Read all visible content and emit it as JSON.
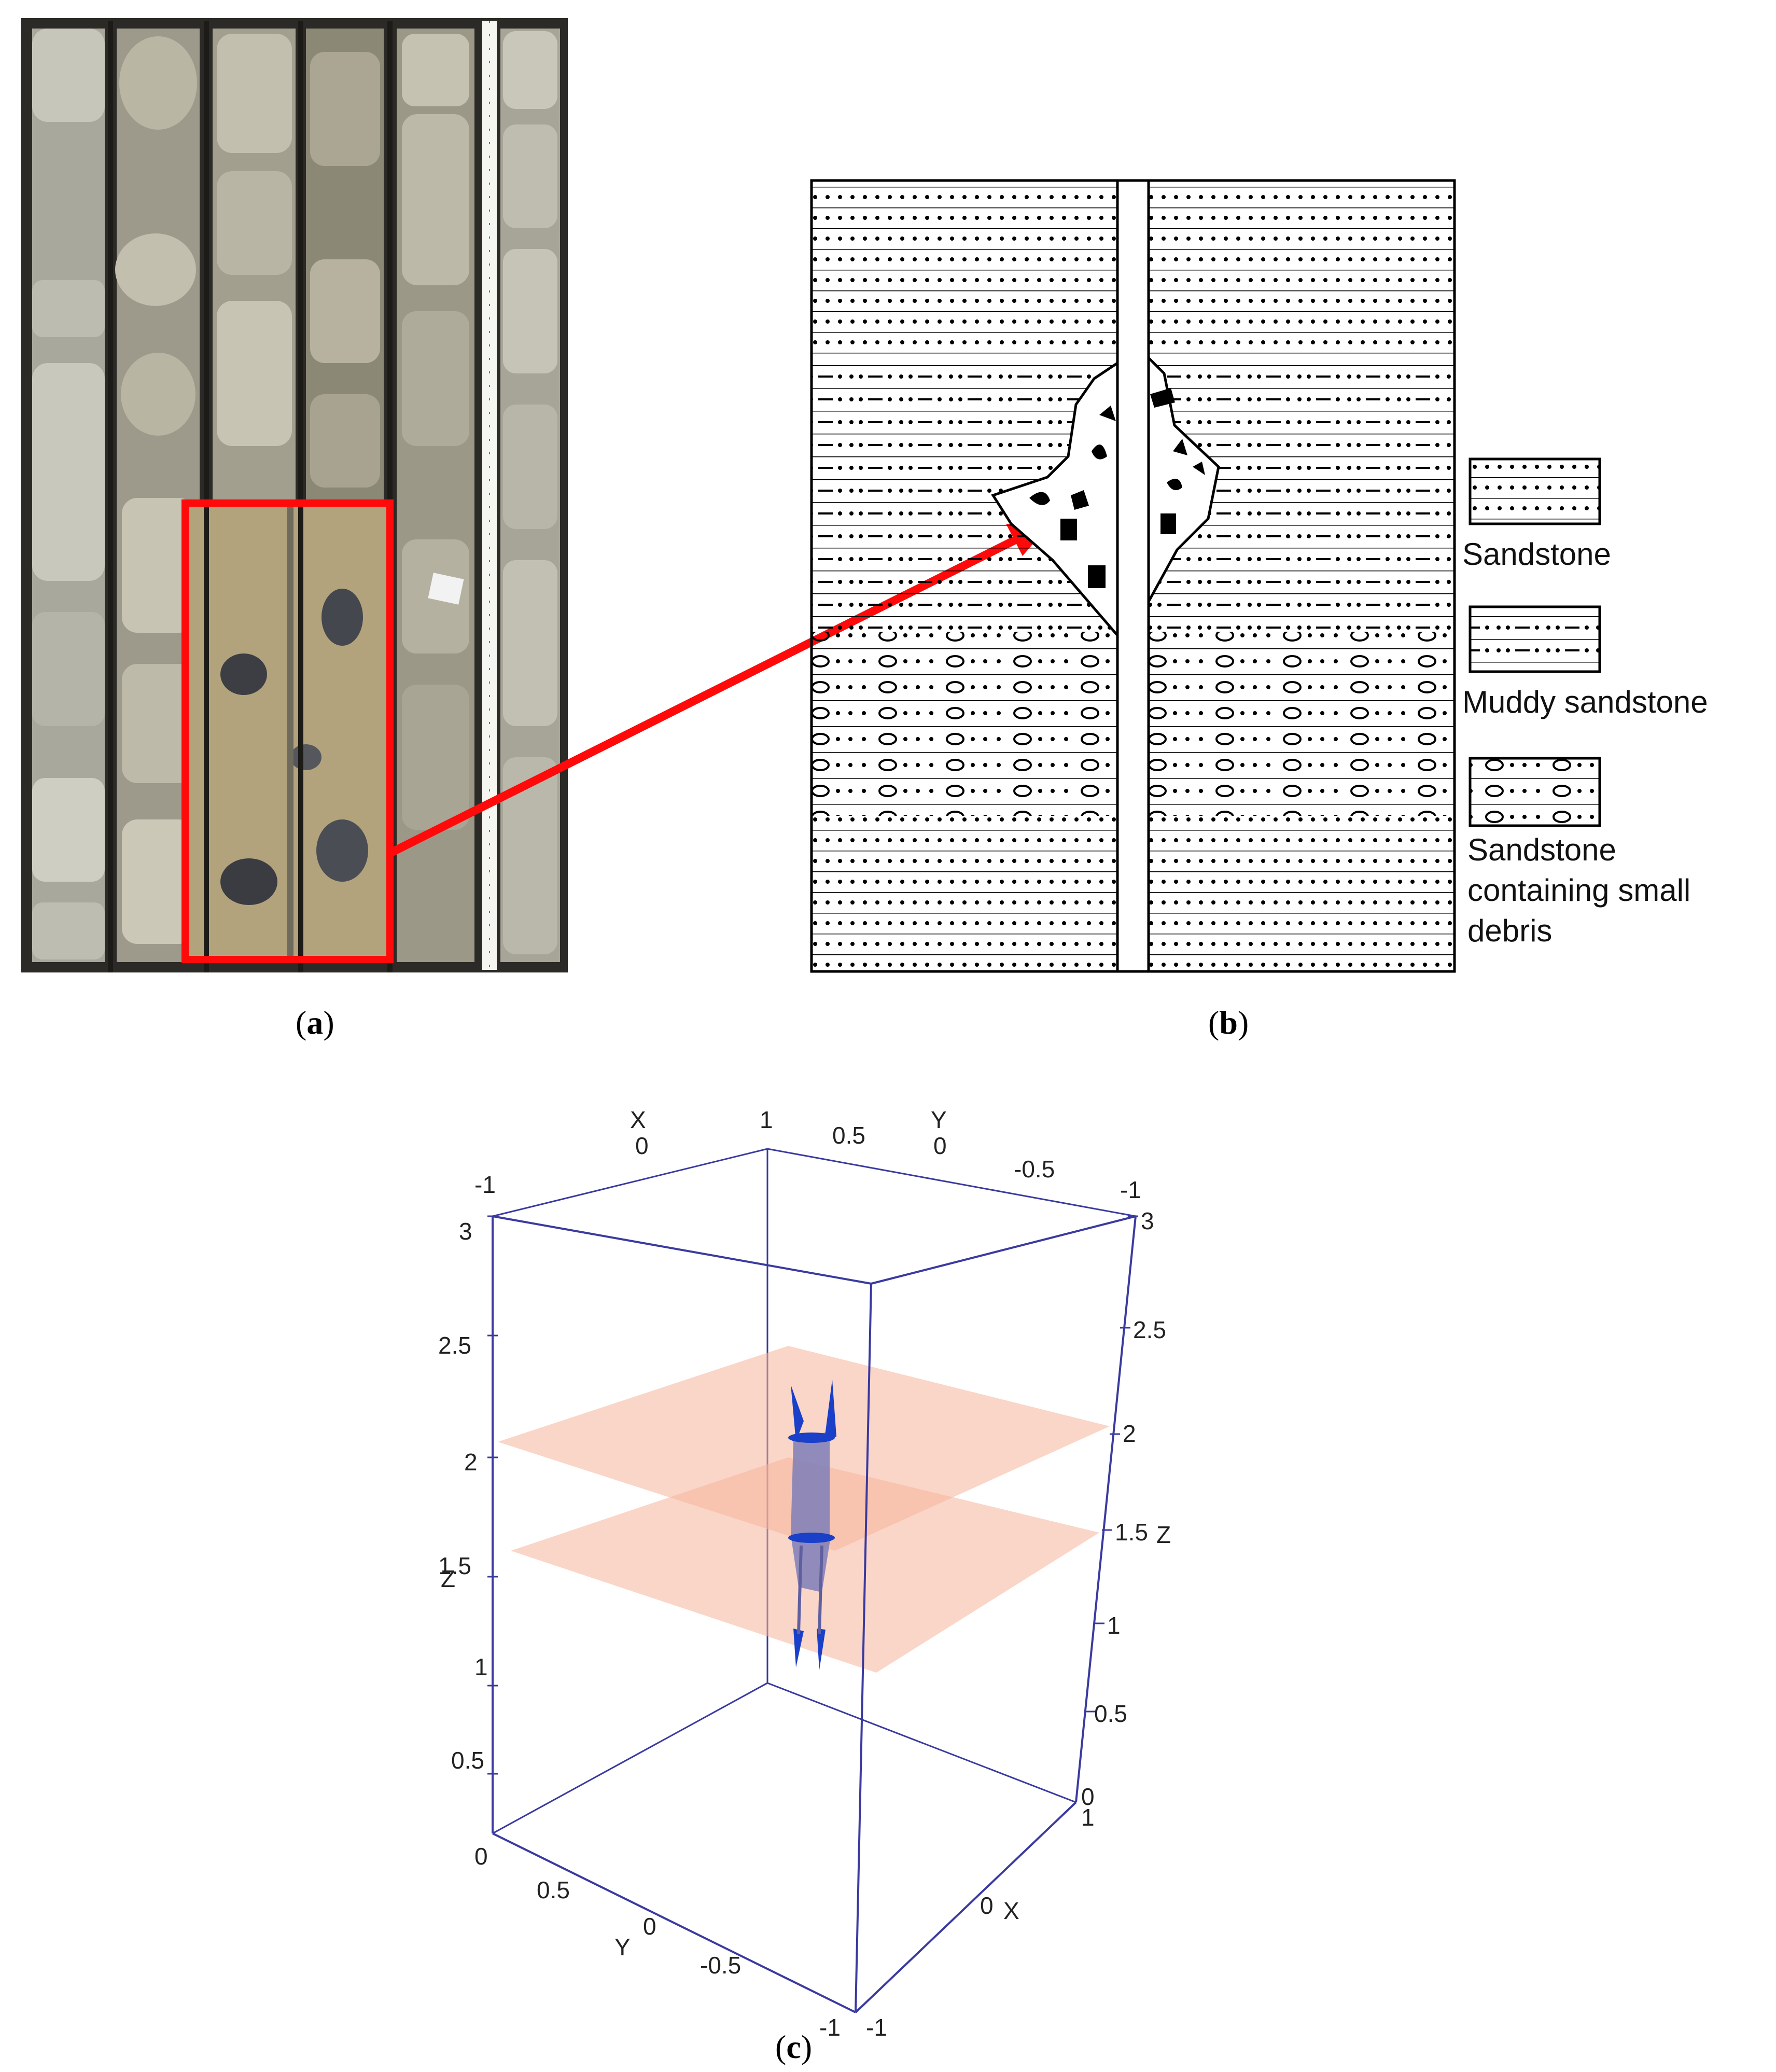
{
  "panels": {
    "a": {
      "label": "a"
    },
    "b": {
      "label": "b"
    },
    "c": {
      "label": "c"
    }
  },
  "legend": {
    "items": [
      {
        "id": "sandstone",
        "label": "Sandstone"
      },
      {
        "id": "muddy",
        "label": "Muddy sandstone"
      },
      {
        "id": "debris",
        "label": "Sandstone containing small debris"
      }
    ]
  },
  "plot3d": {
    "axis_names": {
      "x": "X",
      "y": "Y",
      "z": "Z"
    },
    "top_labels": [
      "-1",
      "X",
      "0",
      "1",
      "0.5",
      "Y",
      "0",
      "-0.5",
      "-1"
    ],
    "z_ticks_left": [
      "3",
      "2.5",
      "2",
      "1.5",
      "1",
      "0.5",
      "0"
    ],
    "z_ticks_right": [
      "3",
      "2.5",
      "2",
      "1.5",
      "1",
      "0.5",
      "0"
    ],
    "bottom_y_labels": [
      "0.5",
      "Y",
      "0",
      "-0.5",
      "-1"
    ],
    "bottom_x_labels": [
      "1",
      "0",
      "X",
      "-1"
    ],
    "colors": {
      "axis": "#3a3aa0",
      "plane": "#f6b49a",
      "body": "#7e7eb8",
      "edge": "#1a3fc8"
    }
  }
}
